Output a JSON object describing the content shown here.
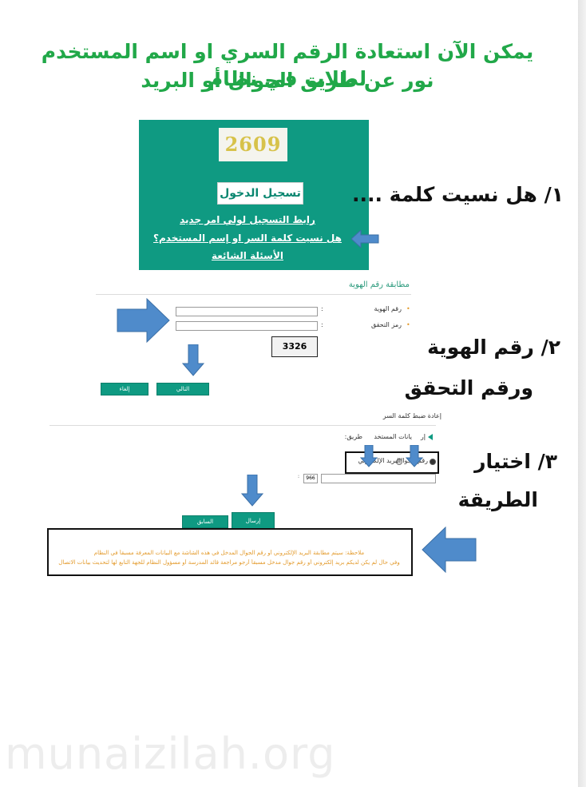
{
  "headline": {
    "line1": "يمكن الآن استعادة الرقم السري او اسم المستخدم لطلاب في نظام",
    "line2": "نور عن طريق الجوال أو البريد"
  },
  "login_panel": {
    "captcha_code": "2609",
    "login_button": "تسجيل الدخول",
    "links": [
      "رابط التسجيل لولي امر جديد",
      "هل نسيت كلمة السر او إسم المستخدم؟",
      "الأسئلة الشائعة"
    ]
  },
  "steps": {
    "step1": "١/ هل نسيت كلمة ....",
    "step2_line1": "٢/ رقم الهوية",
    "step2_line2": "ورقم التحقق",
    "step3_line1": "٣/ اختيار",
    "step3_line2": "الطريقة"
  },
  "identity_form": {
    "title": "مطابقة رقم الهوية",
    "bullet": "•",
    "colon": ":",
    "id_label": "رقم الهوية",
    "verify_label": "رمز التحقق",
    "captcha_code": "3326",
    "next_button": "التالي",
    "cancel_button": "إلغاء"
  },
  "reset_form": {
    "title": "إعادة ضبط كلمة السر",
    "subtitle_start": "إر",
    "subtitle_middle": "يانات المستخد",
    "subtitle_end": "طريق:",
    "option_mobile": "رقم الجوال",
    "option_email": "البريد الإلكتروني",
    "prefix": "966",
    "send_button": "إرسال",
    "back_button": "السابق"
  },
  "note": {
    "line1": "ملاحظة: سيتم مطابقة البريد الإلكتروني أو رقم الجوال المدخل في هذه الشاشة مع البيانات المعرفة مسبقاً في النظام",
    "line2": "وفي حال لم يكن لديكم بريد إلكتروني أو رقم جوال مدخل مسبقاً أرجو مراجعة قائد المدرسة أو مسؤول النظام للجهة التابع لها لتحديث بيانات الاتصال"
  },
  "watermark": "munaizilah.org",
  "colors": {
    "headline_green": "#21a849",
    "panel_teal": "#0f9a82",
    "arrow_blue": "#4f8bcb",
    "note_orange": "#e39a2b"
  }
}
